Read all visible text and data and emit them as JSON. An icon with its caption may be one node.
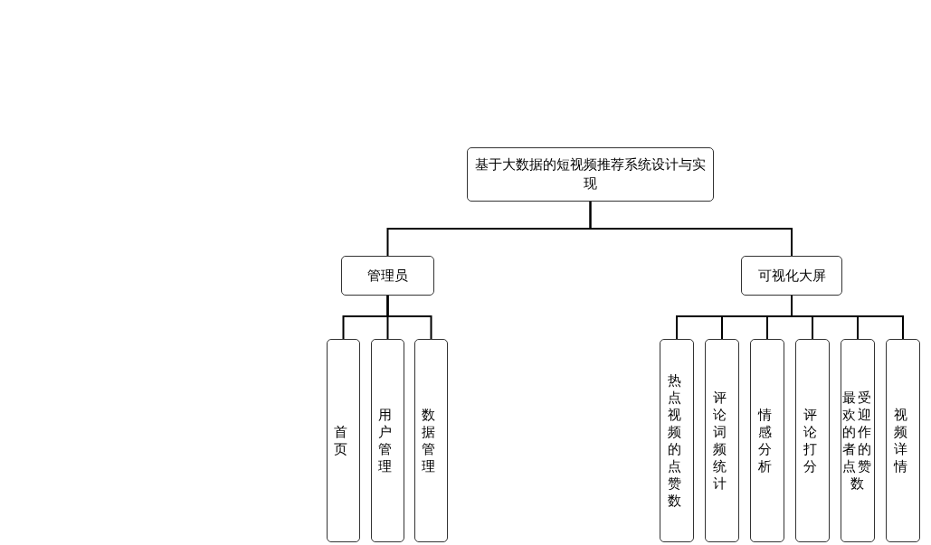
{
  "diagram": {
    "nodes": [
      {
        "text": [
          "基于大数据的短视频推荐系统设计与实现"
        ]
      },
      {
        "text": [
          "管理员"
        ]
      },
      {
        "text": [
          "可视化大屏"
        ]
      },
      {
        "text": [
          "首页"
        ]
      },
      {
        "text": [
          "用户管理"
        ]
      },
      {
        "text": [
          "数据管理"
        ]
      },
      {
        "text": [
          "热点视频的点赞数"
        ]
      },
      {
        "text": [
          "评论词频统计"
        ]
      },
      {
        "text": [
          "情感分析"
        ]
      },
      {
        "text": [
          "评论打分"
        ]
      },
      {
        "text": [
          "最受欢迎的作者的点赞数"
        ]
      },
      {
        "text": [
          "视频详情"
        ]
      }
    ],
    "edges": [
      {
        "from": 0,
        "to": 1,
        "arrow": "none"
      },
      {
        "from": 0,
        "to": 2,
        "arrow": "none"
      },
      {
        "from": 1,
        "to": 3,
        "arrow": "none"
      },
      {
        "from": 1,
        "to": 4,
        "arrow": "none"
      },
      {
        "from": 1,
        "to": 5,
        "arrow": "none"
      },
      {
        "from": 2,
        "to": 6,
        "arrow": "none"
      },
      {
        "from": 2,
        "to": 7,
        "arrow": "none"
      },
      {
        "from": 2,
        "to": 8,
        "arrow": "none"
      },
      {
        "from": 2,
        "to": 9,
        "arrow": "none"
      },
      {
        "from": 2,
        "to": 10,
        "arrow": "none"
      },
      {
        "from": 2,
        "to": 11,
        "arrow": "none"
      }
    ]
  }
}
